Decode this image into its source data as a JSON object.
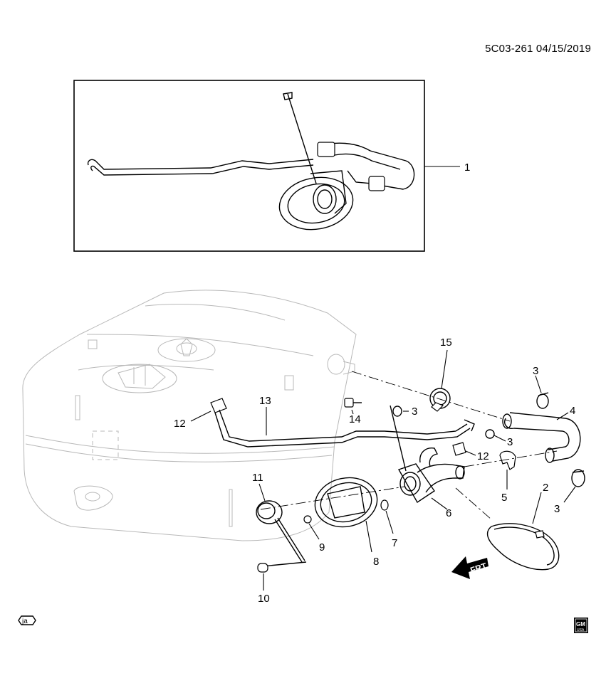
{
  "header": {
    "doc_code": "5C03-261 04/15/2019"
  },
  "callouts": [
    "1",
    "2",
    "3",
    "3",
    "3",
    "3",
    "4",
    "5",
    "6",
    "7",
    "8",
    "9",
    "10",
    "11",
    "12",
    "12",
    "13",
    "14",
    "15"
  ],
  "direction_label": "FRT",
  "language_badge": "ja",
  "logo": {
    "text": "GM",
    "subtext": "USA"
  }
}
